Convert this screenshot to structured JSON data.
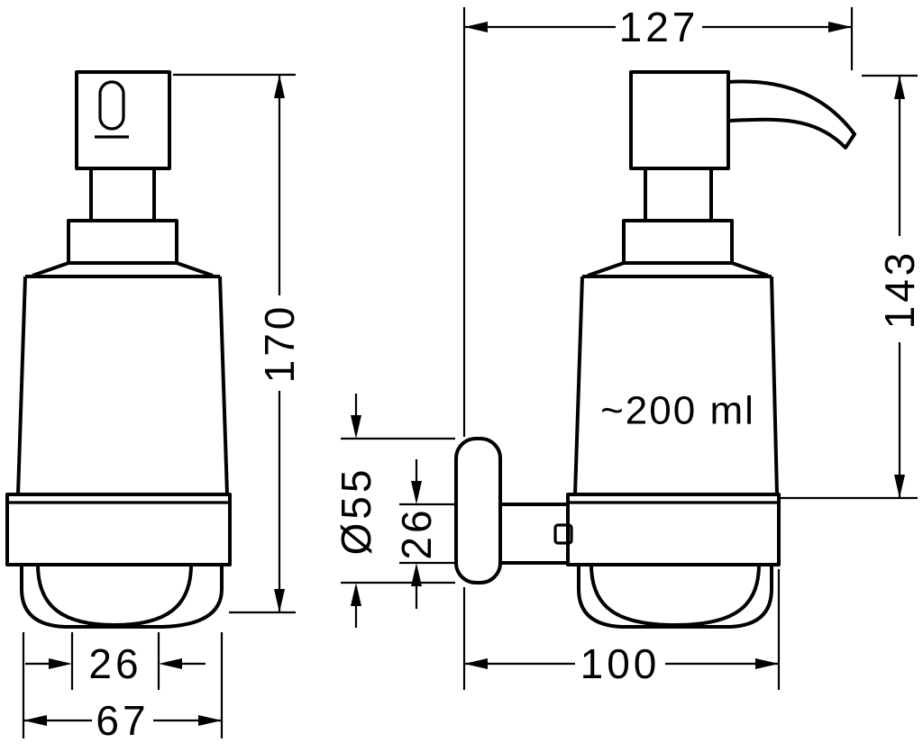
{
  "drawing": {
    "volume_label": "~200 ml",
    "dimensions": {
      "overall_width_top": "127",
      "front_height": "170",
      "side_height": "143",
      "rosette_diameter": "Ø55",
      "arm_thickness": "26",
      "base_inner_width": "26",
      "base_width": "67",
      "wall_to_front_depth": "100"
    },
    "colors": {
      "line": "#000000",
      "background": "#ffffff"
    }
  }
}
